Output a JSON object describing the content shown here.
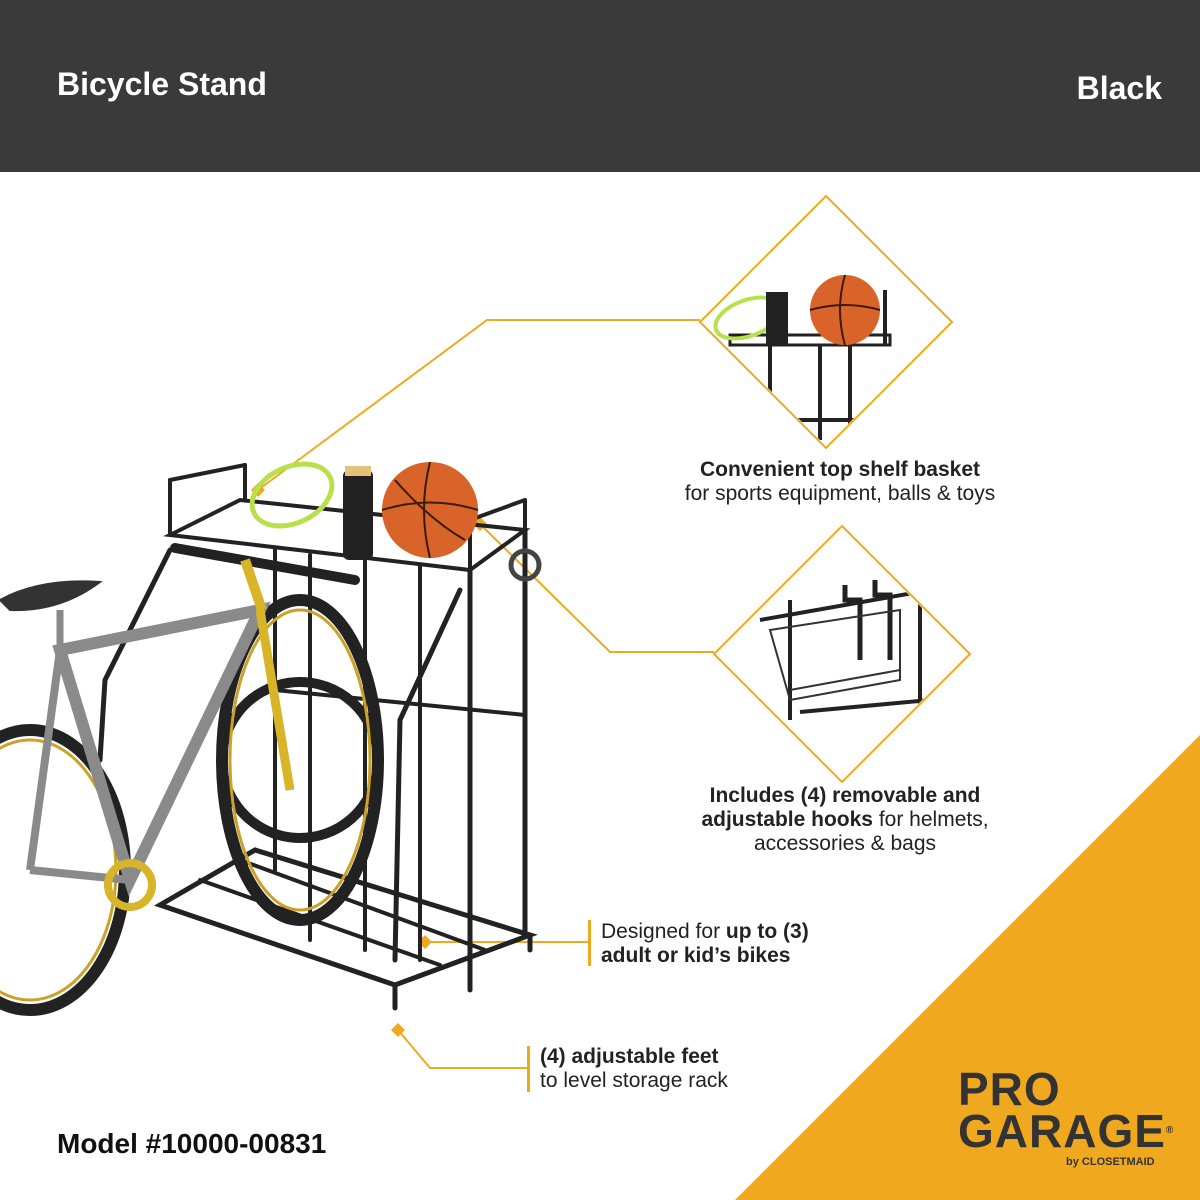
{
  "header": {
    "title": "Bicycle Stand",
    "color_name": "Black"
  },
  "features": [
    {
      "title": "Convenient top shelf basket",
      "subtitle": "for sports equipment, balls & toys"
    },
    {
      "title_line1": "Includes (4) removable and",
      "title_line2": "adjustable hooks",
      "rest_line2": " for helmets,",
      "line3": "accessories & bags"
    },
    {
      "lead": "Designed for ",
      "bold1": "up to (3)",
      "bold2": "adult or kid’s bikes"
    },
    {
      "bold": "(4) adjustable feet",
      "rest": "to level storage rack"
    }
  ],
  "model": "Model #10000-00831",
  "logo": {
    "line1": "PRO",
    "line2": "GARAGE",
    "reg": "®",
    "by": "by",
    "brand": "CLOSETMAID"
  },
  "colors": {
    "header_bg": "#3a3a3a",
    "accent": "#f0a91e",
    "text": "#222222"
  }
}
